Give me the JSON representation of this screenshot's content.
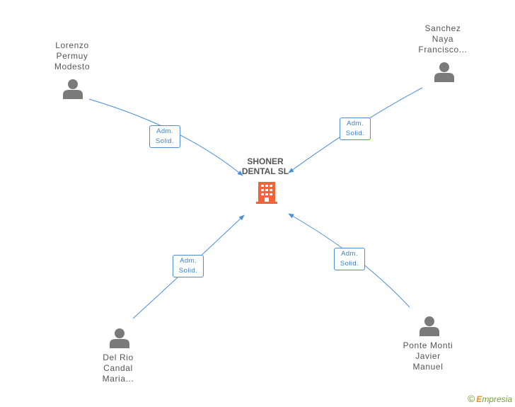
{
  "colors": {
    "edge": "#4a8fd8",
    "person": "#7a7a7a",
    "company": "#f0643a",
    "brand_green": "#6f9f39",
    "brand_orange": "#e8901e"
  },
  "company": {
    "name_lines": [
      "SHONER",
      "DENTAL SL"
    ],
    "icon": "building-icon"
  },
  "people": [
    {
      "id": "lorenzo",
      "name_lines": [
        "Lorenzo",
        "Permuy",
        "Modesto"
      ],
      "role_lines": [
        "Adm.",
        "Solid."
      ],
      "icon": "person-icon"
    },
    {
      "id": "sanchez",
      "name_lines": [
        "Sanchez",
        "Naya",
        "Francisco..."
      ],
      "role_lines": [
        "Adm.",
        "Solid."
      ],
      "icon": "person-icon"
    },
    {
      "id": "delrio",
      "name_lines": [
        "Del Rio",
        "Candal",
        "Maria..."
      ],
      "role_lines": [
        "Adm.",
        "Solid."
      ],
      "icon": "person-icon"
    },
    {
      "id": "ponte",
      "name_lines": [
        "Ponte Monti",
        "Javier",
        "Manuel"
      ],
      "role_lines": [
        "Adm.",
        "Solid."
      ],
      "icon": "person-icon"
    }
  ],
  "brand": {
    "copyright_symbol": "©",
    "initial": "E",
    "rest": "mpresia"
  }
}
